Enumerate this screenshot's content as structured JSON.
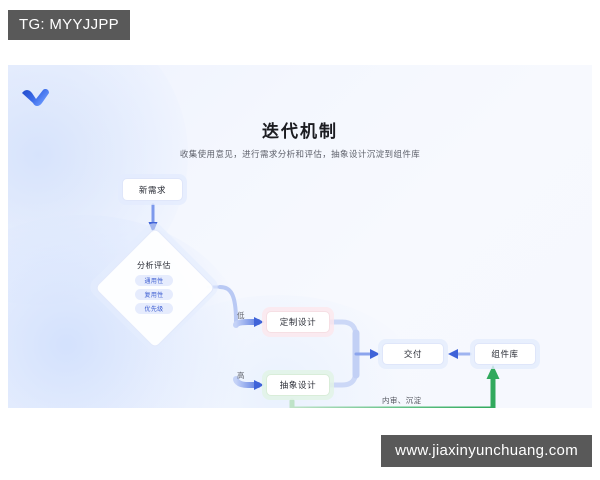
{
  "watermarks": {
    "top_left": "TG: MYYJJPP",
    "bottom_right": "www.jiaxinyunchuang.com"
  },
  "card": {
    "logo_name": "brand-check-logo",
    "title": "迭代机制",
    "subtitle": "收集使用意见，进行需求分析和评估，抽象设计沉淀到组件库"
  },
  "diagram": {
    "nodes": {
      "new_requirement": "新需求",
      "analysis": {
        "title": "分析评估",
        "tags": [
          "通用性",
          "复用性",
          "优先级"
        ]
      },
      "custom_design": "定制设计",
      "abstract_design": "抽象设计",
      "delivery": "交付",
      "component_library": "组件库"
    },
    "edge_labels": {
      "low": "低",
      "high": "高",
      "loop": "内审、沉淀"
    },
    "colors": {
      "accent_blue": "#4466dd",
      "arrow_blue": "#3f63d8",
      "custom_pink": "#f3d3dc",
      "abstract_green": "#cfe6d2",
      "loop_green": "#3eb56a",
      "card_bg": "#f2f5fd"
    }
  }
}
